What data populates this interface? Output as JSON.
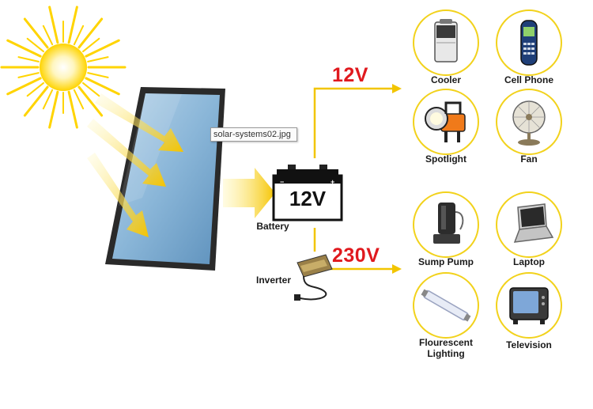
{
  "colors": {
    "sun": "#ffd400",
    "arrow": "#f5c400",
    "line": "#f2c500",
    "voltage": "#e0191e",
    "panel": "#8ab6d8",
    "circle_border": "#f2d21c"
  },
  "tooltip": {
    "text": "solar-systems02.jpg"
  },
  "battery": {
    "label": "Battery",
    "face_text": "12V"
  },
  "inverter": {
    "label": "Inverter"
  },
  "voltages": {
    "low": "12V",
    "high": "230V"
  },
  "appliances_12v": [
    {
      "label": "Cooler",
      "icon": "cooler-icon"
    },
    {
      "label": "Cell Phone",
      "icon": "cell-phone-icon"
    },
    {
      "label": "Spotlight",
      "icon": "spotlight-icon"
    },
    {
      "label": "Fan",
      "icon": "fan-icon"
    }
  ],
  "appliances_230v": [
    {
      "label": "Sump Pump",
      "icon": "sump-pump-icon"
    },
    {
      "label": "Laptop",
      "icon": "laptop-icon"
    },
    {
      "label": "Flourescent\nLighting",
      "icon": "fluorescent-tube-icon"
    },
    {
      "label": "Television",
      "icon": "television-icon"
    }
  ]
}
